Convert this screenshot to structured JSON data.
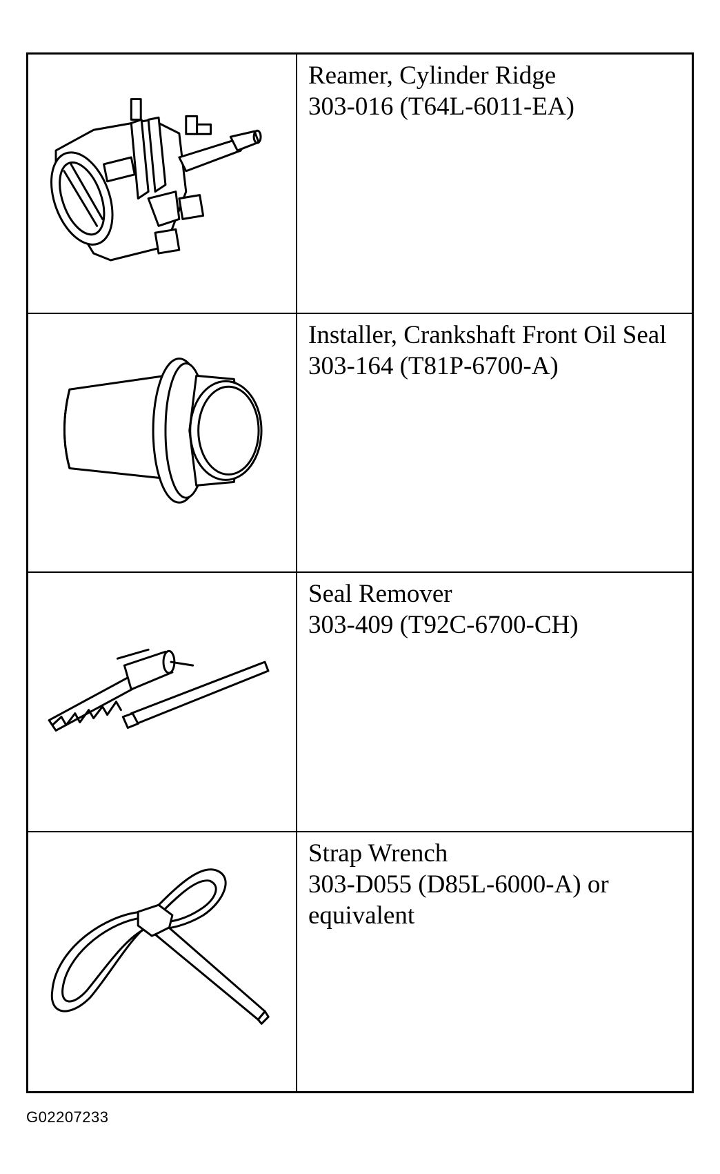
{
  "tools": [
    {
      "icon": "cylinder-ridge-reamer-icon",
      "name": "Reamer, Cylinder Ridge",
      "lines": [
        "303-016 (T64L-6011-EA)"
      ]
    },
    {
      "icon": "crankshaft-seal-installer-icon",
      "name": "Installer, Crankshaft Front Oil Seal",
      "lines": [
        "303-164 (T81P-6700-A)"
      ]
    },
    {
      "icon": "seal-remover-icon",
      "name": "Seal Remover",
      "lines": [
        "303-409 (T92C-6700-CH)"
      ]
    },
    {
      "icon": "strap-wrench-icon",
      "name": "Strap Wrench",
      "lines": [
        "303-D055 (D85L-6000-A) or equivalent"
      ]
    }
  ],
  "figure_code": "G02207233"
}
